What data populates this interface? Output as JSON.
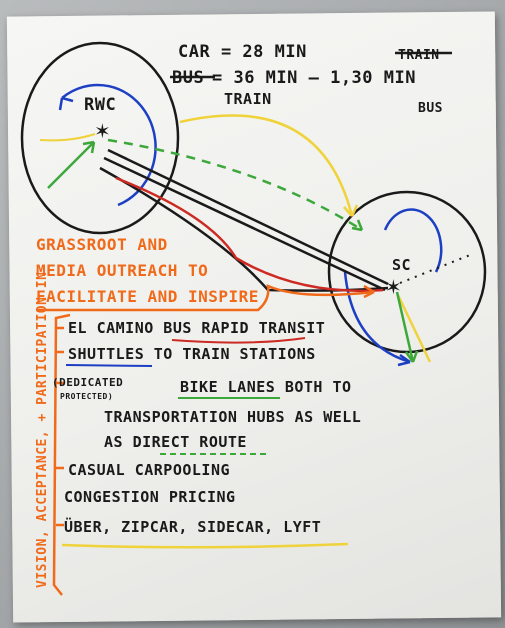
{
  "times": {
    "car": "CAR = 28 MIN",
    "bus_crossed": "BUS",
    "transit": "= 36 MIN — 1,30 MIN",
    "train_label": "TRAIN",
    "train_crossed": "TRAIN",
    "bus_label": "BUS"
  },
  "places": {
    "origin": "RWC",
    "destination": "SC"
  },
  "outreach": {
    "line1": "GRASSROOT AND",
    "line2": "MEDIA OUTREACH TO",
    "line3": "FACILITATE AND INSPIRE"
  },
  "side_label": "VISION, ACCEPTANCE, + PARTICIPATION IN",
  "list": {
    "item1": "EL CAMINO BUS RAPID TRANSIT",
    "item2": "SHUTTLES TO TRAIN STATIONS",
    "item3_bracket1": "(DEDICATED",
    "item3_bracket2": "PROTECTED)",
    "item3_line1": "BIKE LANES BOTH TO",
    "item3_line2": "TRANSPORTATION HUBS AS WELL",
    "item3_line3": "AS DIRECT ROUTE",
    "item4": "CASUAL CARPOOLING",
    "item5": "CONGESTION PRICING",
    "item6": "ÜBER, ZIPCAR, SIDECAR, LYFT"
  },
  "colors": {
    "ink": "#1a1a1a",
    "orange": "#f06a1a",
    "blue": "#1c3fc4",
    "green": "#3ca83a",
    "yellow": "#f0d23a",
    "red": "#cc2a22"
  }
}
